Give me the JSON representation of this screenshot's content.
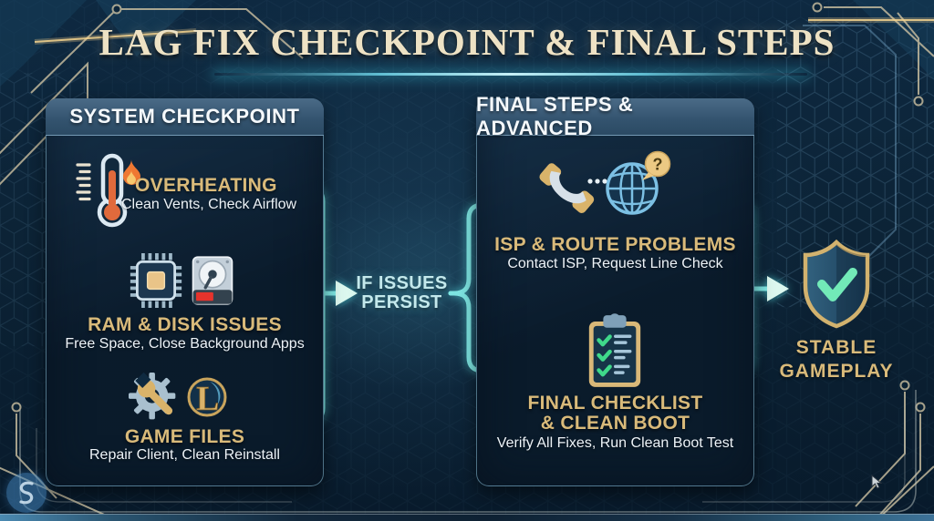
{
  "title": "LAG FIX CHECKPOINT & FINAL STEPS",
  "left_panel": {
    "header": "SYSTEM CHECKPOINT",
    "items": [
      {
        "title": "OVERHEATING",
        "subtitle": "Clean Vents, Check Airflow",
        "icons": [
          "thermometer-icon",
          "flame-icon"
        ]
      },
      {
        "title": "RAM & DISK ISSUES",
        "subtitle": "Free Space, Close Background Apps",
        "icons": [
          "cpu-chip-icon",
          "hard-disk-icon"
        ]
      },
      {
        "title": "GAME FILES",
        "subtitle": "Repair Client, Clean Reinstall",
        "icons": [
          "gear-wrench-icon",
          "league-of-legends-logo-icon"
        ]
      }
    ]
  },
  "connector": {
    "label_line1": "IF ISSUES",
    "label_line2": "PERSIST"
  },
  "right_panel": {
    "header": "FINAL STEPS & ADVANCED",
    "items": [
      {
        "title": "ISP & ROUTE PROBLEMS",
        "subtitle": "Contact ISP, Request Line Check",
        "icons": [
          "phone-handset-icon",
          "globe-question-icon"
        ]
      },
      {
        "title_line1": "FINAL CHECKLIST",
        "title_line2": "& CLEAN BOOT",
        "subtitle": "Verify All Fixes, Run Clean Boot Test",
        "icons": [
          "checklist-clipboard-icon"
        ]
      }
    ]
  },
  "result": {
    "title_line1": "STABLE",
    "title_line2": "GAMEPLAY",
    "icon": "shield-check-icon"
  },
  "colors": {
    "accent_cyan": "#7ee6e3",
    "arrow_fill": "#dcf8ef",
    "gold_text": "#d9ba7a",
    "cream_title": "#eee2c4",
    "panel_header_bg": "#33536e",
    "background": "#0c2336",
    "check_green": "#72eab8",
    "flame_orange": "#ef7832",
    "alert_red": "#e6332c"
  }
}
